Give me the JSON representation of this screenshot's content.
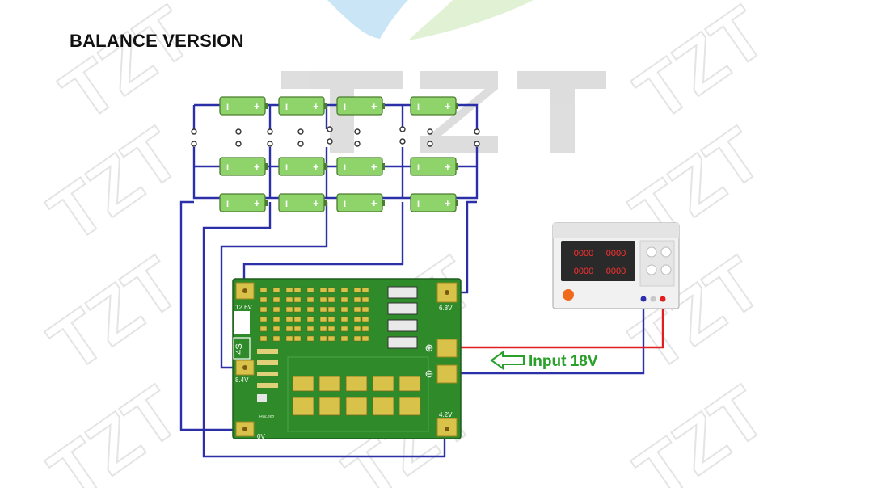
{
  "title": "BALANCE VERSION",
  "watermark": "TZT",
  "input_label": "Input 18V",
  "board": {
    "series_mark": "4S",
    "model_text": "HW-262",
    "pads": {
      "p126": "12.6V",
      "p84": "8.4V",
      "p0": "0V",
      "p68": "6.8V",
      "p42": "4.2V"
    },
    "plus_symbol": "⊕",
    "minus_symbol": "⊖"
  },
  "psu": {
    "display_top_left": "0000",
    "display_top_right": "0000",
    "display_bottom_left": "0000",
    "display_bottom_right": "0000"
  },
  "colors": {
    "wire": "#2b2fa8",
    "wire_red": "#e02020",
    "cell": "#8fd36b",
    "pcb": "#2f8a2a",
    "pad": "#d8c24a",
    "arrow": "#2aa02a"
  }
}
